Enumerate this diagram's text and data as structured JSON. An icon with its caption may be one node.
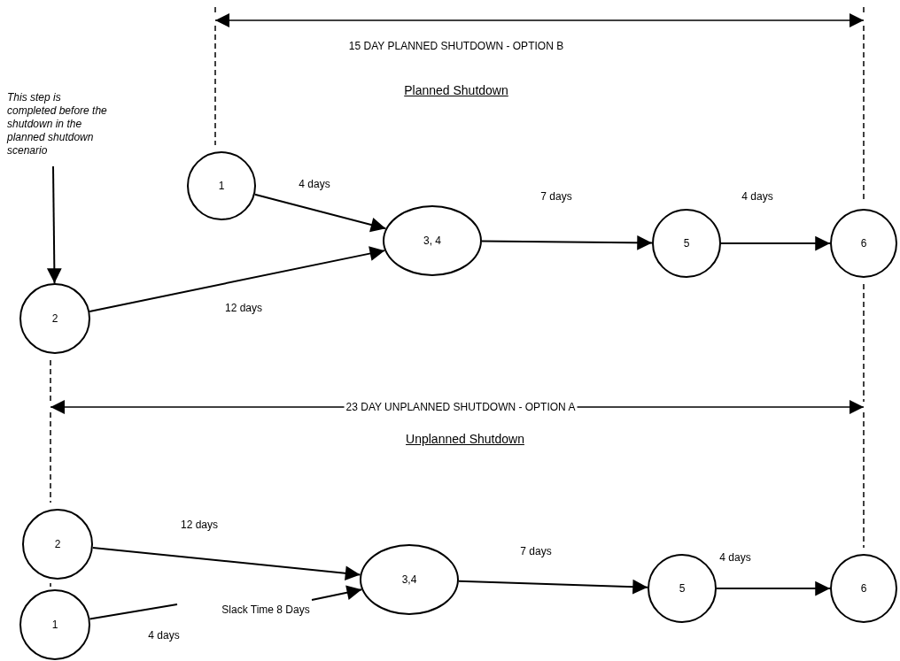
{
  "diagram": {
    "nodes": [
      {
        "text": [
          "This step  is completed before the shutdown in the planned shutdown scenario"
        ]
      },
      {
        "text": [
          "1"
        ]
      },
      {
        "text": [
          "3, 4"
        ]
      },
      {
        "text": [
          "5"
        ]
      },
      {
        "text": [
          "6"
        ]
      },
      {
        "text": [
          "2"
        ]
      },
      {
        "text": [
          "2"
        ]
      },
      {
        "text": [
          "3,4"
        ]
      },
      {
        "text": [
          "5"
        ]
      },
      {
        "text": [
          "6"
        ]
      },
      {
        "text": [
          "Slack Time 8 Days"
        ]
      },
      {
        "text": [
          "1"
        ]
      }
    ],
    "edges": [
      {
        "from": 0,
        "to": 5,
        "arrow": "to"
      },
      {
        "from": 1,
        "to": 2,
        "arrow": "to",
        "label": "4 days"
      },
      {
        "from": 5,
        "to": 2,
        "arrow": "to",
        "label": "12 days"
      },
      {
        "from": 2,
        "to": 3,
        "arrow": "to",
        "label": "7 days"
      },
      {
        "from": 3,
        "to": 4,
        "arrow": "to",
        "label": "4 days"
      },
      {
        "from": 6,
        "to": 7,
        "arrow": "to",
        "label": "12 days"
      },
      {
        "from": 7,
        "to": 8,
        "arrow": "to",
        "label": "7 days"
      },
      {
        "from": 8,
        "to": 9,
        "arrow": "to",
        "label": "4 days"
      },
      {
        "from": 10,
        "to": 7,
        "arrow": "to"
      },
      {
        "from": 11,
        "to": null,
        "arrow": "none",
        "label": "4 days"
      }
    ],
    "labels": [
      "15 DAY PLANNED SHUTDOWN - OPTION B",
      "Planned Shutdown",
      "23 DAY UNPLANNED SHUTDOWN - OPTION A",
      "Unplanned Shutdown"
    ]
  }
}
